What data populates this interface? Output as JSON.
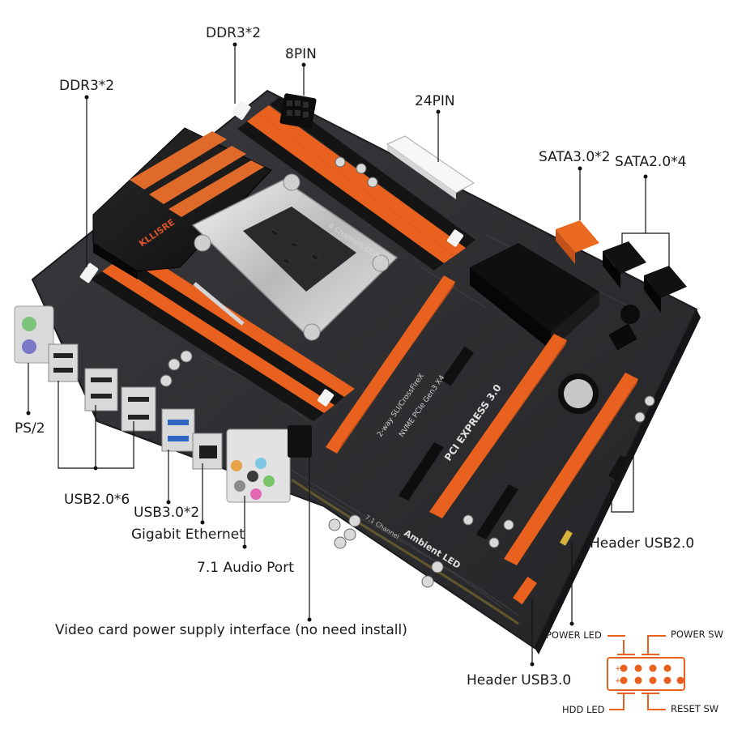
{
  "callouts": {
    "ddr3_top": "DDR3*2",
    "pin8": "8PIN",
    "ddr3_left": "DDR3*2",
    "pin24": "24PIN",
    "sata3": "SATA3.0*2",
    "sata2": "SATA2.0*4",
    "ps2": "PS/2",
    "usb20": "USB2.0*6",
    "usb30": "USB3.0*2",
    "ethernet": "Gigabit Ethernet",
    "audio": "7.1 Audio Port",
    "vga_power": "Video card power supply interface (no need install)",
    "header_usb2": "Header USB2.0",
    "header_usb3": "Header USB3.0"
  },
  "front_panel": {
    "power_led": "POWER LED",
    "power_sw": "POWER SW",
    "hdd_led": "HDD LED",
    "reset_sw": "RESET SW"
  },
  "board_print": {
    "brand": "KLLISRE",
    "ddr_text": "4 Channels DDR3",
    "sli_text": "2-way SLI/CrossFireX",
    "nvme_text": "NVME PCIe Gen3 X4",
    "pci_text": "PCI EXPRESS 3.0",
    "led_text": "Ambient LED",
    "audio_text": "7.1 Channel"
  },
  "colors": {
    "board": "#2e2e31",
    "slot_orange": "#e8611e",
    "slot_black": "#141414",
    "callout_line": "#111111",
    "panel_orange": "#e8611e"
  }
}
